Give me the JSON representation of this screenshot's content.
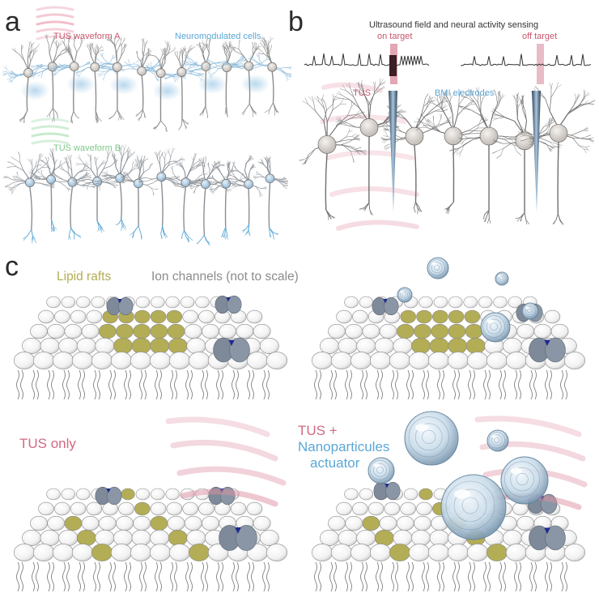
{
  "panels": {
    "a": {
      "letter": "a",
      "waveform_a": "TUS waveform A",
      "neuromodulated": "Neuromodulated cells",
      "waveform_b": "TUS waveform B"
    },
    "b": {
      "letter": "b",
      "title": "Ultrasound field and neural activity sensing",
      "on_target": "on target",
      "off_target": "off target",
      "tus": "TUS",
      "bmi": "BMI electrodes"
    },
    "c": {
      "letter": "c",
      "lipid_rafts": "Lipid rafts",
      "ion_channels": "Ion channels (not to scale)",
      "tus_only": "TUS only",
      "tus_plus": "TUS +",
      "nanoparticles": "Nanoparticules",
      "actuator": "actuator"
    }
  },
  "colors": {
    "tus_red": "#c8566e",
    "neuro_blue": "#5ba7d6",
    "waveform_b_green": "#7dc98a",
    "raft_olive": "#b3ad55",
    "channel_slate": "#7e8a99",
    "channel_pore": "#1e2a8c",
    "neuron_gray": "#9a9a9a",
    "text_gray": "#8c8c8c",
    "letter_dark": "#2b2b2b"
  }
}
